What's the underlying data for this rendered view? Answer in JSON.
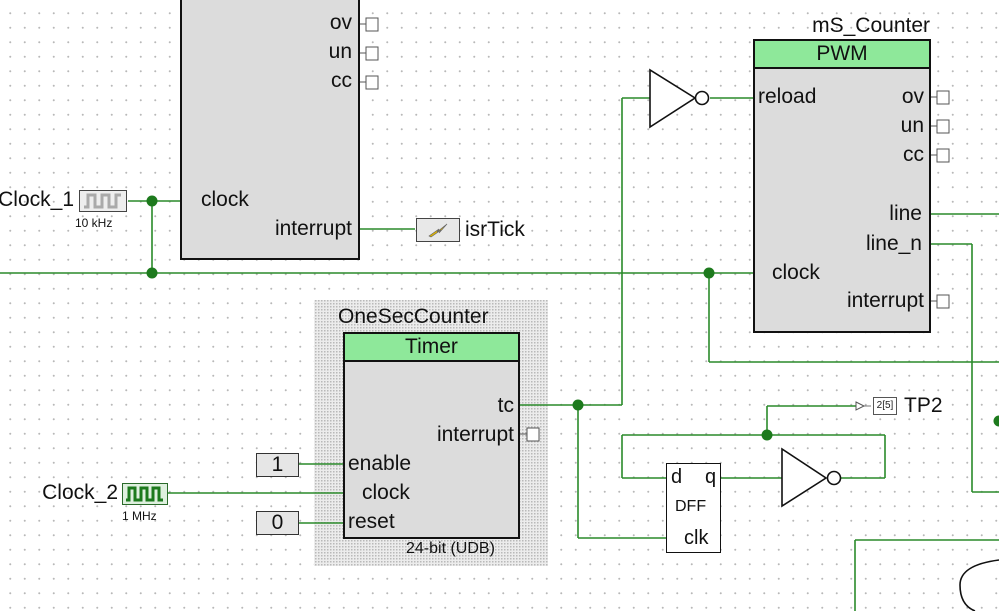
{
  "top_block": {
    "pins": {
      "ov": "ov",
      "un": "un",
      "cc": "cc",
      "clock": "clock",
      "interrupt": "interrupt"
    }
  },
  "clock1": {
    "name": "Clock_1",
    "freq": "10 kHz"
  },
  "isr": {
    "name": "isrTick"
  },
  "pwm": {
    "instance": "mS_Counter",
    "type": "PWM",
    "pins": {
      "reload": "reload",
      "ov": "ov",
      "un": "un",
      "cc": "cc",
      "line": "line",
      "line_n": "line_n",
      "clock": "clock",
      "interrupt": "interrupt"
    }
  },
  "timer": {
    "instance": "OneSecCounter",
    "type": "Timer",
    "footer": "24-bit (UDB)",
    "pins": {
      "tc": "tc",
      "interrupt": "interrupt",
      "enable": "enable",
      "clock": "clock",
      "reset": "reset"
    }
  },
  "enable_const": "1",
  "reset_const": "0",
  "clock2": {
    "name": "Clock_2",
    "freq": "1 MHz"
  },
  "dff": {
    "d": "d",
    "q": "q",
    "type": "DFF",
    "clk": "clk"
  },
  "tp2": {
    "name": "TP2",
    "bus": "2[5]"
  },
  "colors": {
    "wire": "#2a8a2a",
    "node": "#1d7a1d",
    "banner": "#8ee89a",
    "block": "#dcdcdc"
  }
}
